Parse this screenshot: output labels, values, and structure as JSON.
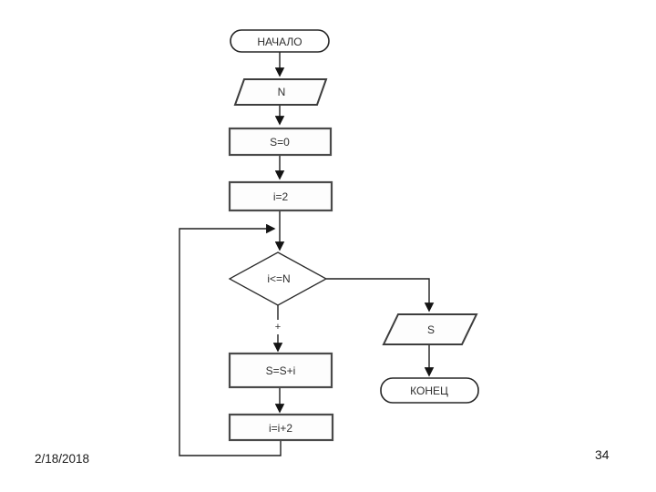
{
  "slide": {
    "date": "2/18/2018",
    "slide_number": "34"
  },
  "flowchart": {
    "nodes": {
      "start": "НАЧАЛО",
      "input": "N",
      "init_sum": "S=0",
      "init_counter": "i=2",
      "condition": "i<=N",
      "true_branch": "+",
      "accumulate": "S=S+i",
      "increment": "i=i+2",
      "output": "S",
      "end": "КОНЕЦ"
    }
  },
  "colors": {
    "background": "#ffffff",
    "ink": "#1f1f1f",
    "box_border": "#4a4a4a"
  }
}
